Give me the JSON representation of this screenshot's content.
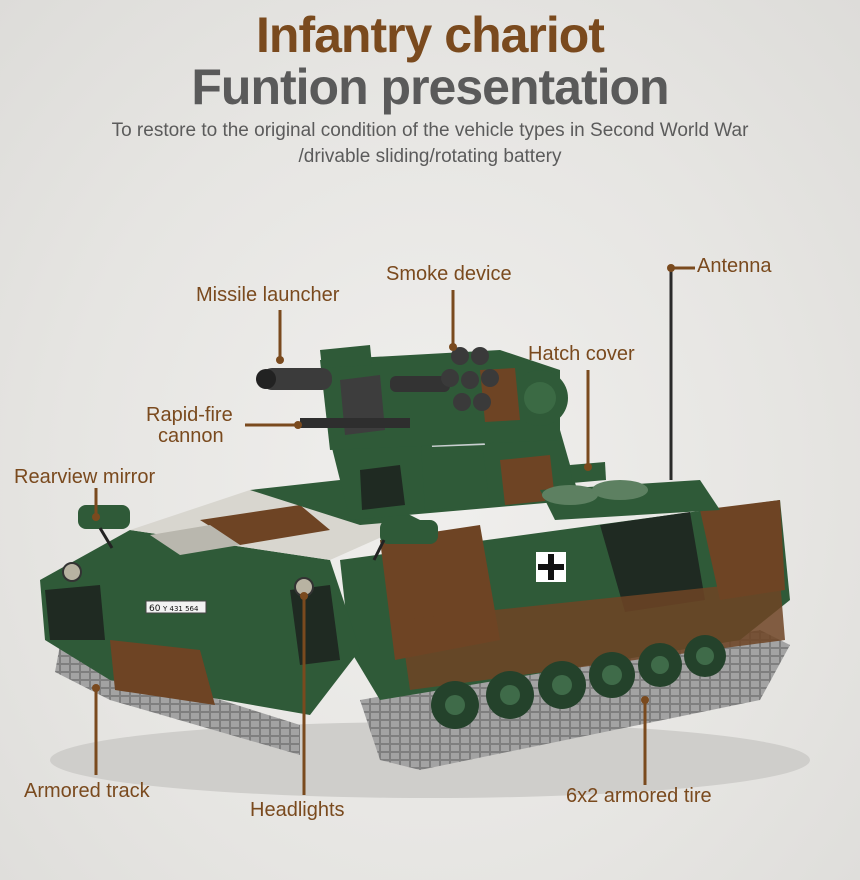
{
  "header": {
    "title_line1": "Infantry chariot",
    "title_line2": "Funtion presentation",
    "subtitle_line1": "To restore to the original condition of the vehicle types in Second World War",
    "subtitle_line2": "/drivable sliding/rotating battery"
  },
  "callouts": {
    "missile_launcher": "Missile launcher",
    "smoke_device": "Smoke device",
    "antenna": "Antenna",
    "hatch_cover": "Hatch cover",
    "rapid_fire_1": "Rapid-fire",
    "rapid_fire_2": "cannon",
    "rearview_mirror": "Rearview mirror",
    "armored_track": "Armored track",
    "headlights": "Headlights",
    "armored_tire": "6x2 armored tire"
  },
  "vehicle": {
    "plate_number": "60",
    "plate_text": "Y 431 564"
  },
  "colors": {
    "title_brown": "#7a4a1e",
    "title_gray": "#5a5a5a",
    "camo_green": "#2f5a38",
    "camo_dark": "#1f2a22",
    "camo_brown": "#6e4424",
    "camo_light": "#d8d6cf",
    "track_gray": "#8c8c8c"
  }
}
